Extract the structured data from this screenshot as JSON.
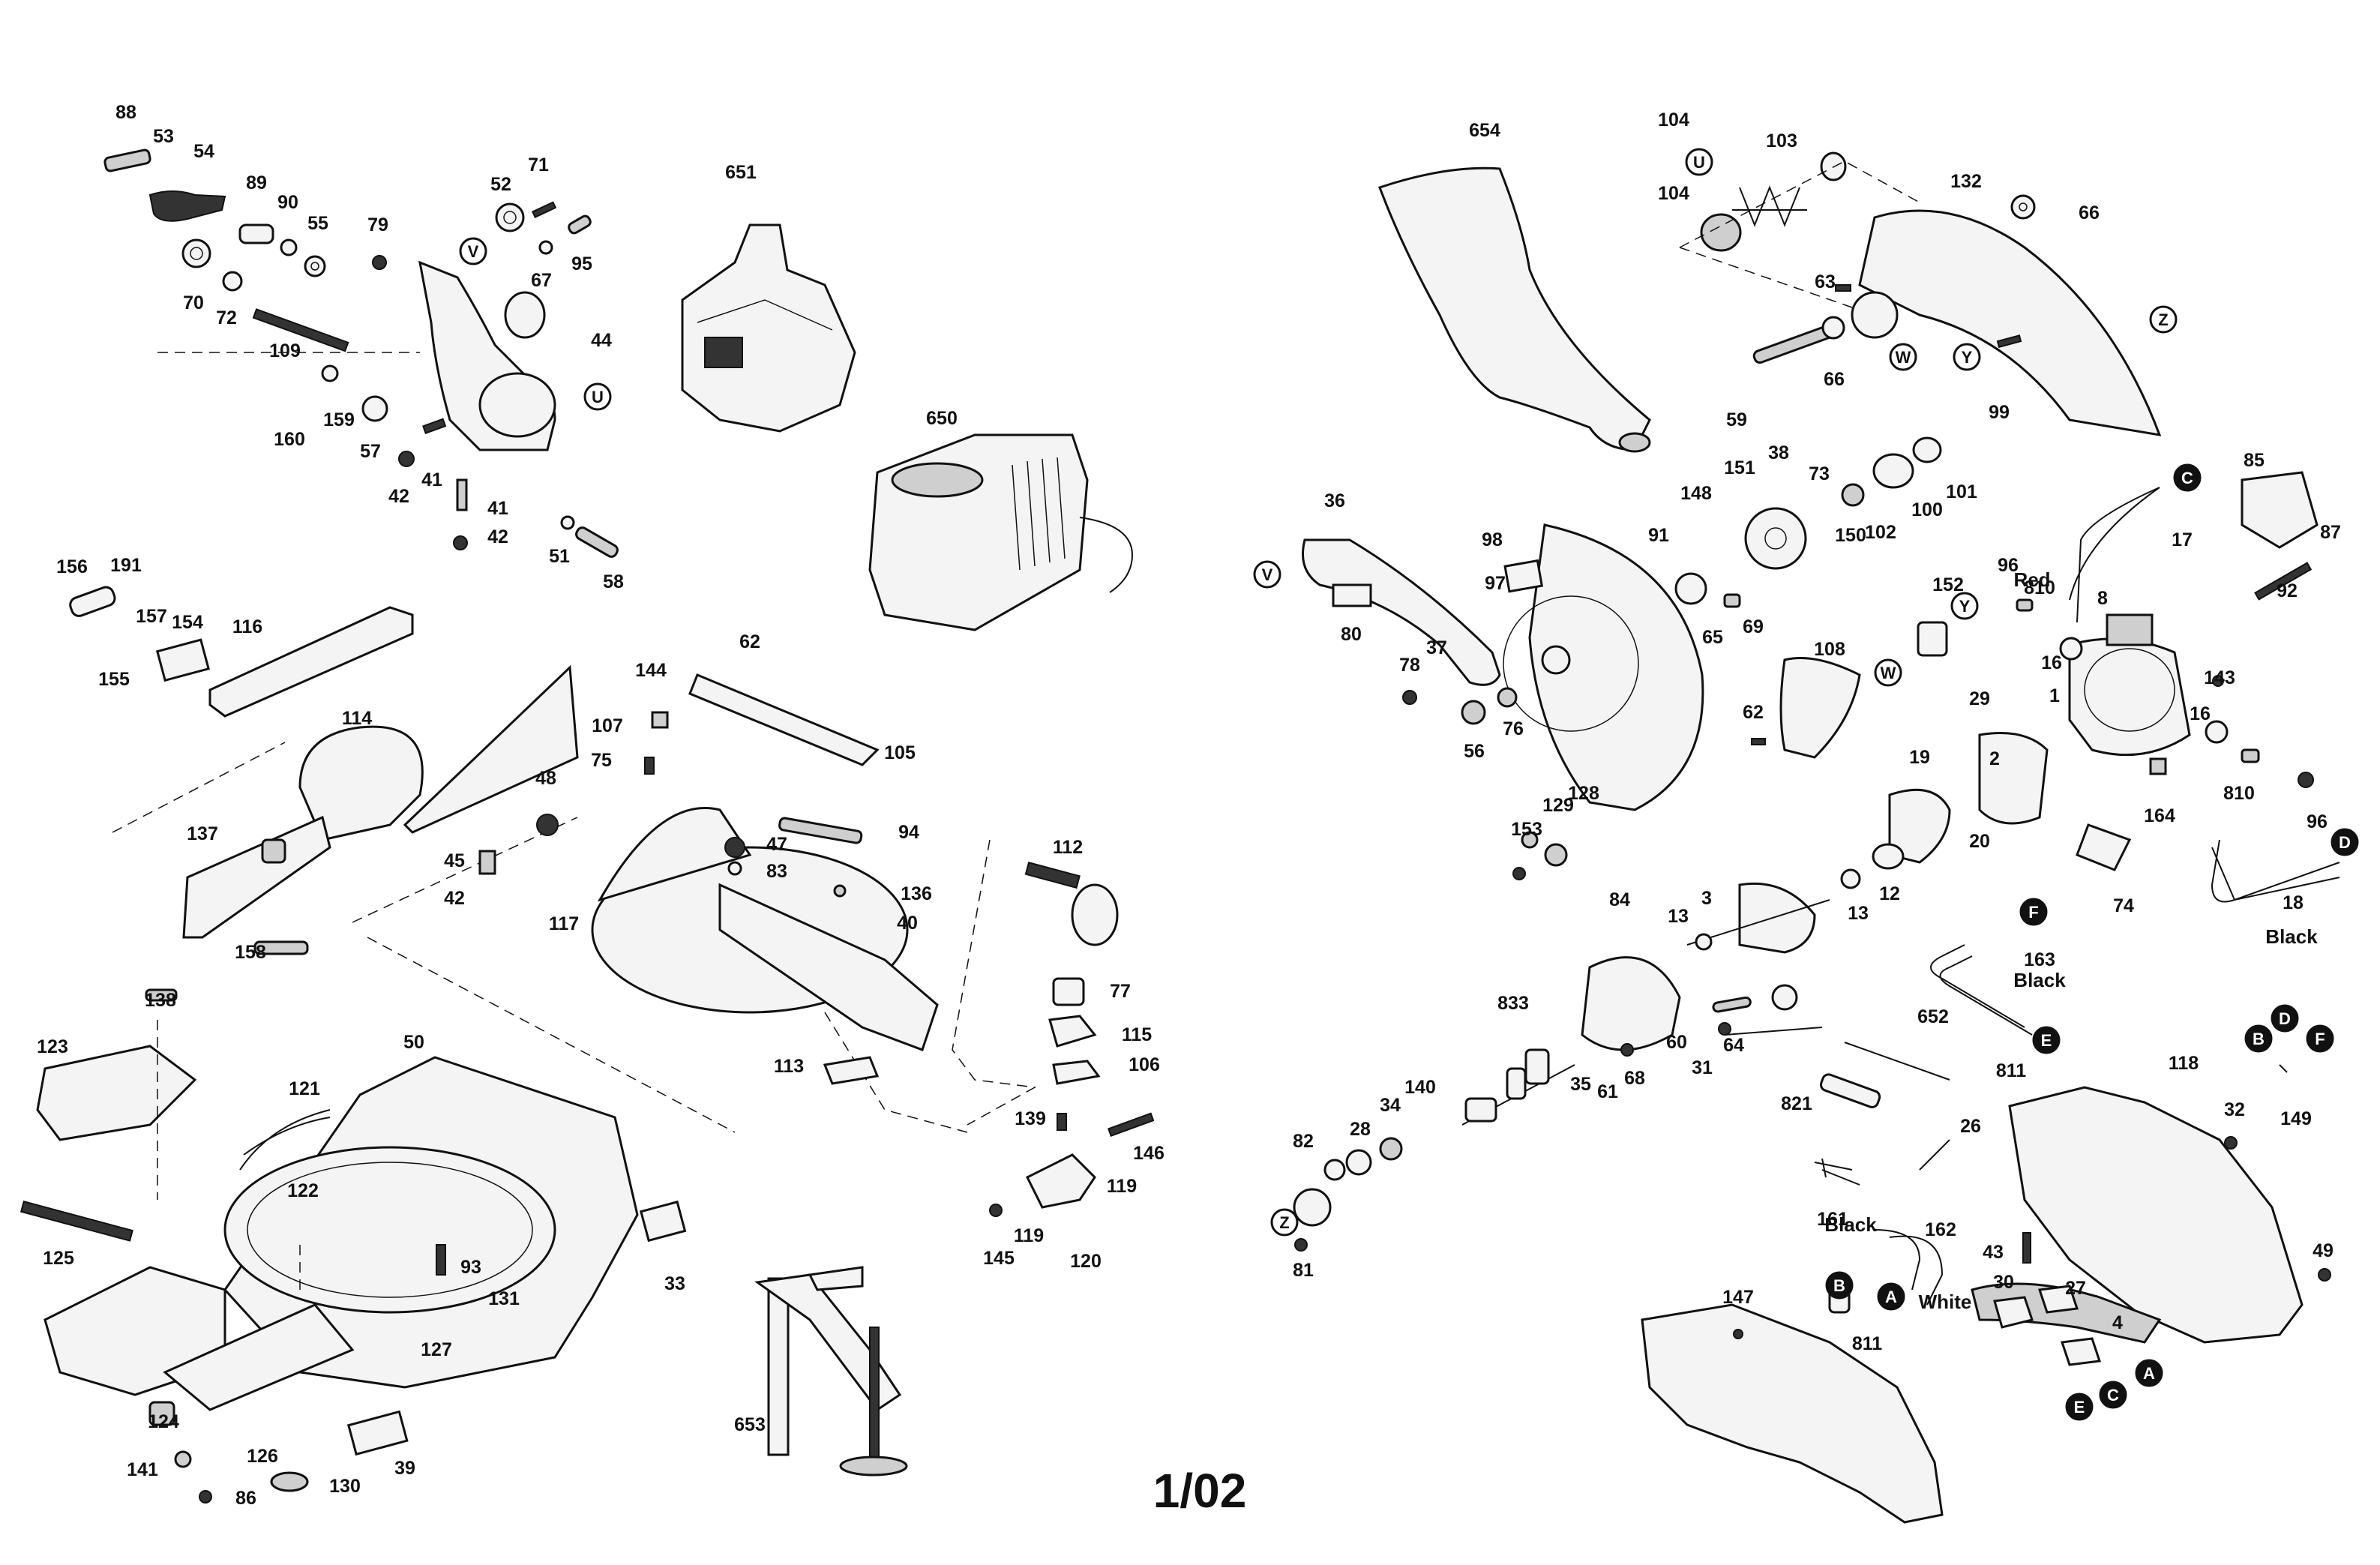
{
  "footer": {
    "page_code": "1/02"
  },
  "callouts": [
    {
      "t": "88"
    },
    {
      "t": "53"
    },
    {
      "t": "54"
    },
    {
      "t": "89"
    },
    {
      "t": "90"
    },
    {
      "t": "55"
    },
    {
      "t": "79"
    },
    {
      "t": "52"
    },
    {
      "t": "71"
    },
    {
      "t": "95"
    },
    {
      "t": "67"
    },
    {
      "t": "44"
    },
    {
      "t": "70"
    },
    {
      "t": "72"
    },
    {
      "t": "109"
    },
    {
      "t": "159"
    },
    {
      "t": "160"
    },
    {
      "t": "57"
    },
    {
      "t": "42"
    },
    {
      "t": "41"
    },
    {
      "t": "41"
    },
    {
      "t": "42"
    },
    {
      "t": "51"
    },
    {
      "t": "58"
    },
    {
      "t": "651"
    },
    {
      "t": "650"
    },
    {
      "t": "654"
    },
    {
      "t": "104"
    },
    {
      "t": "103"
    },
    {
      "t": "104"
    },
    {
      "t": "132"
    },
    {
      "t": "66"
    },
    {
      "t": "63"
    },
    {
      "t": "66"
    },
    {
      "t": "59"
    },
    {
      "t": "99"
    },
    {
      "t": "156"
    },
    {
      "t": "191"
    },
    {
      "t": "157"
    },
    {
      "t": "154"
    },
    {
      "t": "116"
    },
    {
      "t": "155"
    },
    {
      "t": "114"
    },
    {
      "t": "137"
    },
    {
      "t": "158"
    },
    {
      "t": "62"
    },
    {
      "t": "144"
    },
    {
      "t": "107"
    },
    {
      "t": "105"
    },
    {
      "t": "75"
    },
    {
      "t": "48"
    },
    {
      "t": "94"
    },
    {
      "t": "45"
    },
    {
      "t": "42"
    },
    {
      "t": "47"
    },
    {
      "t": "83"
    },
    {
      "t": "136"
    },
    {
      "t": "40"
    },
    {
      "t": "117"
    },
    {
      "t": "112"
    },
    {
      "t": "36"
    },
    {
      "t": "98"
    },
    {
      "t": "97"
    },
    {
      "t": "80"
    },
    {
      "t": "78"
    },
    {
      "t": "37"
    },
    {
      "t": "56"
    },
    {
      "t": "76"
    },
    {
      "t": "148"
    },
    {
      "t": "151"
    },
    {
      "t": "38"
    },
    {
      "t": "73"
    },
    {
      "t": "91"
    },
    {
      "t": "65"
    },
    {
      "t": "69"
    },
    {
      "t": "150"
    },
    {
      "t": "102"
    },
    {
      "t": "100"
    },
    {
      "t": "101"
    },
    {
      "t": "17"
    },
    {
      "t": "85"
    },
    {
      "t": "87"
    },
    {
      "t": "152"
    },
    {
      "t": "96"
    },
    {
      "t": "810"
    },
    {
      "t": "8"
    },
    {
      "t": "92"
    },
    {
      "t": "16"
    },
    {
      "t": "143"
    },
    {
      "t": "29"
    },
    {
      "t": "108"
    },
    {
      "t": "62"
    },
    {
      "t": "1"
    },
    {
      "t": "16"
    },
    {
      "t": "2"
    },
    {
      "t": "19"
    },
    {
      "t": "20"
    },
    {
      "t": "164"
    },
    {
      "t": "810"
    },
    {
      "t": "96"
    },
    {
      "t": "74"
    },
    {
      "t": "18"
    },
    {
      "t": "129"
    },
    {
      "t": "128"
    },
    {
      "t": "153"
    },
    {
      "t": "3"
    },
    {
      "t": "13"
    },
    {
      "t": "13"
    },
    {
      "t": "12"
    },
    {
      "t": "84"
    },
    {
      "t": "163"
    },
    {
      "t": "138"
    },
    {
      "t": "123"
    },
    {
      "t": "50"
    },
    {
      "t": "121"
    },
    {
      "t": "122"
    },
    {
      "t": "77"
    },
    {
      "t": "115"
    },
    {
      "t": "113"
    },
    {
      "t": "106"
    },
    {
      "t": "139"
    },
    {
      "t": "146"
    },
    {
      "t": "119"
    },
    {
      "t": "119"
    },
    {
      "t": "145"
    },
    {
      "t": "120"
    },
    {
      "t": "833"
    },
    {
      "t": "60"
    },
    {
      "t": "64"
    },
    {
      "t": "31"
    },
    {
      "t": "35"
    },
    {
      "t": "61"
    },
    {
      "t": "68"
    },
    {
      "t": "34"
    },
    {
      "t": "140"
    },
    {
      "t": "28"
    },
    {
      "t": "82"
    },
    {
      "t": "81"
    },
    {
      "t": "652"
    },
    {
      "t": "811"
    },
    {
      "t": "118"
    },
    {
      "t": "149"
    },
    {
      "t": "821"
    },
    {
      "t": "26"
    },
    {
      "t": "32"
    },
    {
      "t": "161"
    },
    {
      "t": "162"
    },
    {
      "t": "43"
    },
    {
      "t": "30"
    },
    {
      "t": "27"
    },
    {
      "t": "4"
    },
    {
      "t": "49"
    },
    {
      "t": "125"
    },
    {
      "t": "93"
    },
    {
      "t": "131"
    },
    {
      "t": "33"
    },
    {
      "t": "127"
    },
    {
      "t": "124"
    },
    {
      "t": "126"
    },
    {
      "t": "141"
    },
    {
      "t": "130"
    },
    {
      "t": "86"
    },
    {
      "t": "39"
    },
    {
      "t": "653"
    },
    {
      "t": "147"
    },
    {
      "t": "811"
    }
  ],
  "wire_labels": [
    {
      "t": "Red"
    },
    {
      "t": "Black"
    },
    {
      "t": "Black"
    },
    {
      "t": "Black"
    },
    {
      "t": "White"
    }
  ],
  "markers": [
    {
      "t": "V"
    },
    {
      "t": "U"
    },
    {
      "t": "U"
    },
    {
      "t": "W"
    },
    {
      "t": "Y"
    },
    {
      "t": "Z"
    },
    {
      "t": "V"
    },
    {
      "t": "C"
    },
    {
      "t": "Y"
    },
    {
      "t": "W"
    },
    {
      "t": "D"
    },
    {
      "t": "F"
    },
    {
      "t": "E"
    },
    {
      "t": "B"
    },
    {
      "t": "D"
    },
    {
      "t": "F"
    },
    {
      "t": "Z"
    },
    {
      "t": "B"
    },
    {
      "t": "A"
    },
    {
      "t": "E"
    },
    {
      "t": "C"
    },
    {
      "t": "A"
    }
  ]
}
